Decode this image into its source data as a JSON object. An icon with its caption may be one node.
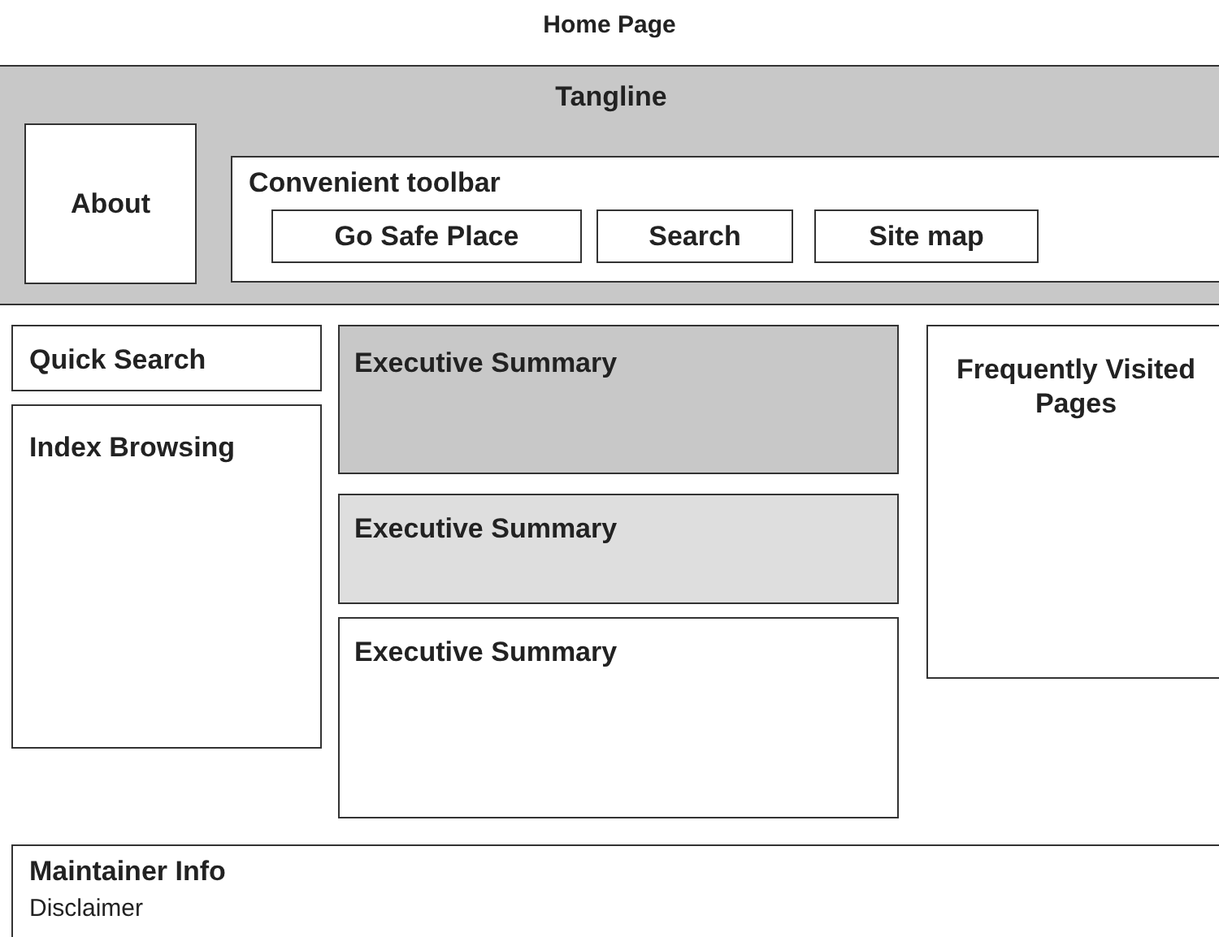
{
  "diagram": {
    "title": "Home Page",
    "nodes": [
      {
        "text": [
          "Tangline"
        ]
      },
      {
        "text": [
          "About"
        ],
        "in": 0
      },
      {
        "text": [
          "Convenient toolbar"
        ],
        "in": 0
      },
      {
        "text": [
          "Go Safe Place"
        ],
        "in": 2
      },
      {
        "text": [
          "Search"
        ],
        "in": 2
      },
      {
        "text": [
          "Site map"
        ],
        "in": 2
      },
      {
        "text": [
          "Quick Search"
        ]
      },
      {
        "text": [
          "Index Browsing"
        ]
      },
      {
        "text": [
          "Executive Summary"
        ]
      },
      {
        "text": [
          "Executive Summary"
        ]
      },
      {
        "text": [
          "Executive Summary"
        ]
      },
      {
        "text": [
          "Frequently Visited Pages"
        ]
      },
      {
        "text": [
          "Maintainer Info",
          "Disclaimer"
        ]
      }
    ]
  }
}
